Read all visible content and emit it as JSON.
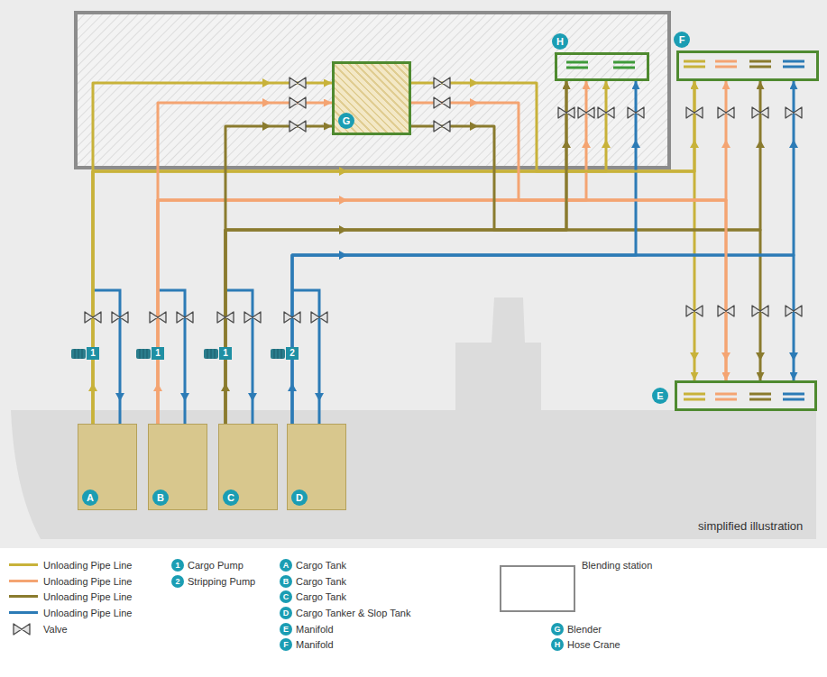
{
  "diagram": {
    "nodes": [
      {
        "text": [
          "G"
        ]
      },
      {
        "text": [
          "H"
        ]
      },
      {
        "text": [
          "F"
        ]
      },
      {
        "text": [
          "E"
        ]
      },
      {
        "text": [
          "A"
        ]
      },
      {
        "text": [
          "B"
        ]
      },
      {
        "text": [
          "C"
        ]
      },
      {
        "text": [
          "D"
        ]
      }
    ],
    "edges": [
      {
        "from": 4,
        "to": 0,
        "arrow": "to"
      },
      {
        "from": 4,
        "to": 2,
        "arrow": "to"
      },
      {
        "from": 4,
        "to": 3,
        "arrow": "to"
      },
      {
        "from": 4,
        "to": 1,
        "arrow": "to"
      },
      {
        "from": 5,
        "to": 0,
        "arrow": "to"
      },
      {
        "from": 5,
        "to": 2,
        "arrow": "to"
      },
      {
        "from": 5,
        "to": 3,
        "arrow": "to"
      },
      {
        "from": 5,
        "to": 1,
        "arrow": "to"
      },
      {
        "from": 6,
        "to": 0,
        "arrow": "to"
      },
      {
        "from": 6,
        "to": 2,
        "arrow": "to"
      },
      {
        "from": 6,
        "to": 3,
        "arrow": "to"
      },
      {
        "from": 6,
        "to": 1,
        "arrow": "to"
      },
      {
        "from": 7,
        "to": 2,
        "arrow": "to"
      },
      {
        "from": 7,
        "to": 3,
        "arrow": "to"
      },
      {
        "from": 7,
        "to": 1,
        "arrow": "to"
      },
      {
        "from": 0,
        "to": 2,
        "arrow": "to"
      },
      {
        "from": 0,
        "to": 3,
        "arrow": "to"
      },
      {
        "from": 0,
        "to": 1,
        "arrow": "to"
      }
    ],
    "labels": [
      "1",
      "1",
      "1",
      "2",
      "simplified illustration",
      "1",
      "2",
      "A",
      "B",
      "C",
      "D",
      "E",
      "F",
      "G",
      "H"
    ],
    "legend": [
      {
        "text": "Unloading Pipe Line",
        "color": "#c8b23a"
      },
      {
        "text": "Unloading Pipe Line",
        "color": "#f4a472"
      },
      {
        "text": "Unloading Pipe Line",
        "color": "#8a7b2e"
      },
      {
        "text": "Unloading Pipe Line",
        "color": "#2c7bb6"
      },
      {
        "text": "Valve"
      },
      {
        "text": "Cargo Pump"
      },
      {
        "text": "Stripping Pump"
      },
      {
        "text": "Cargo Tank"
      },
      {
        "text": "Cargo Tank"
      },
      {
        "text": "Cargo Tank"
      },
      {
        "text": "Cargo Tanker & Slop Tank"
      },
      {
        "text": "Manifold"
      },
      {
        "text": "Manifold"
      },
      {
        "text": "Blending station"
      },
      {
        "text": "Blender"
      },
      {
        "text": "Hose Crane"
      }
    ]
  }
}
